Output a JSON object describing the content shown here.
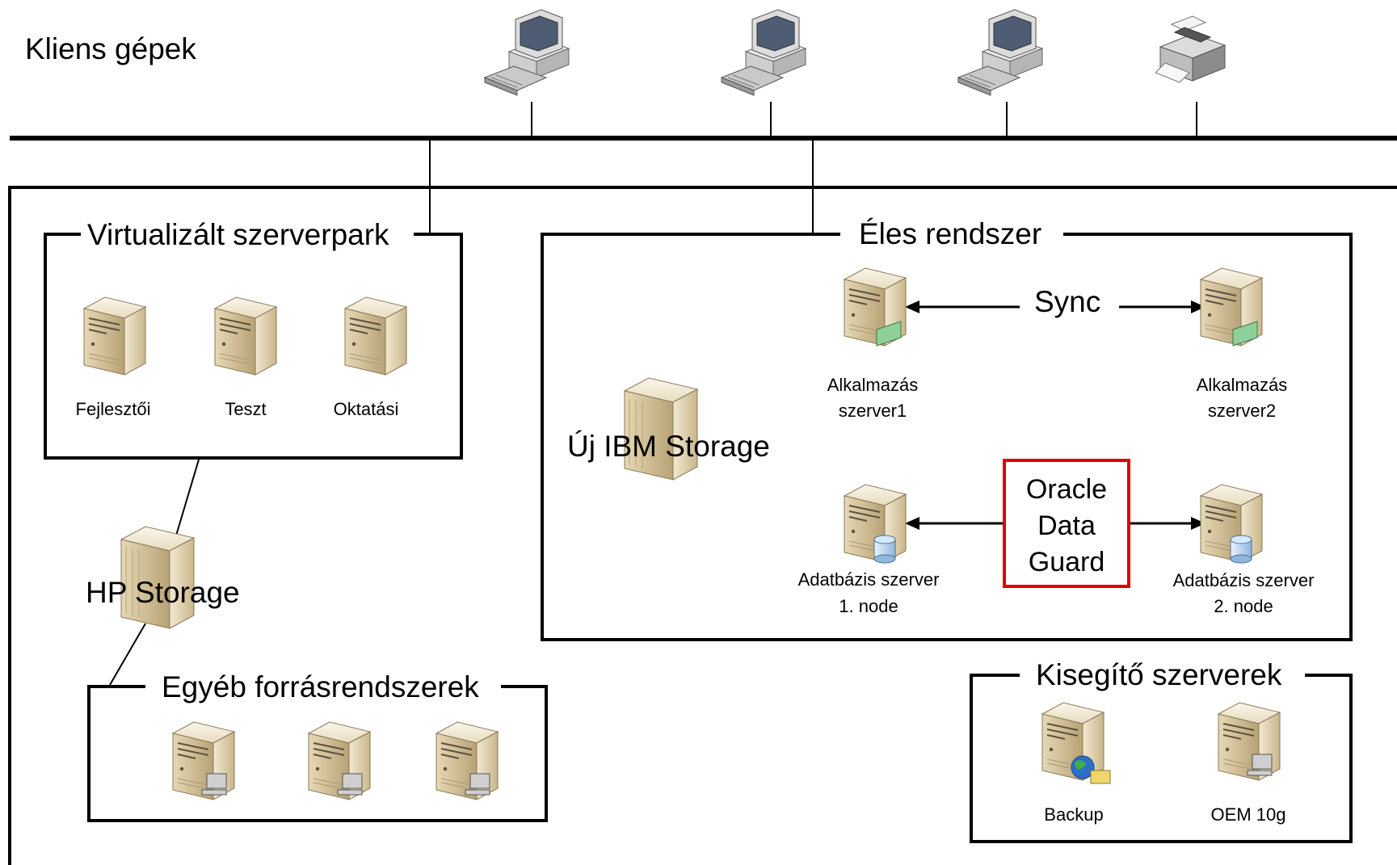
{
  "header": {
    "title": "Kliens gépek"
  },
  "clients": [
    {
      "icon": "desktop-computer-icon"
    },
    {
      "icon": "desktop-computer-icon"
    },
    {
      "icon": "desktop-computer-icon"
    },
    {
      "icon": "printer-icon"
    }
  ],
  "groups": {
    "virtual": {
      "title": "Virtualizált szerverpark",
      "servers": [
        {
          "label": "Fejlesztői",
          "icon": "server-icon"
        },
        {
          "label": "Teszt",
          "icon": "server-icon"
        },
        {
          "label": "Oktatási",
          "icon": "server-icon"
        }
      ]
    },
    "live": {
      "title": "Éles rendszer",
      "storage_label": "Új IBM Storage",
      "app1": {
        "line1": "Alkalmazás",
        "line2": "szerver1"
      },
      "app2": {
        "line1": "Alkalmazás",
        "line2": "szerver2"
      },
      "sync_label": "Sync",
      "db1": {
        "line1": "Adatbázis szerver",
        "line2": "1. node"
      },
      "db2": {
        "line1": "Adatbázis szerver",
        "line2": "2. node"
      },
      "dataguard": {
        "line1": "Oracle",
        "line2": "Data",
        "line3": "Guard"
      }
    },
    "hp": {
      "label": "HP Storage"
    },
    "other": {
      "title": "Egyéb forrásrendszerek",
      "servers": [
        {
          "icon": "server-workstation-icon"
        },
        {
          "icon": "server-workstation-icon"
        },
        {
          "icon": "server-workstation-icon"
        }
      ]
    },
    "aux": {
      "title": "Kisegítő szerverek",
      "servers": [
        {
          "label": "Backup",
          "icon": "backup-server-icon"
        },
        {
          "label": "OEM 10g",
          "icon": "server-workstation-icon"
        }
      ]
    }
  },
  "colors": {
    "dataguard_border": "#e00000",
    "server_body": "#d9c9a3",
    "storage_body": "#e5d6b3"
  }
}
